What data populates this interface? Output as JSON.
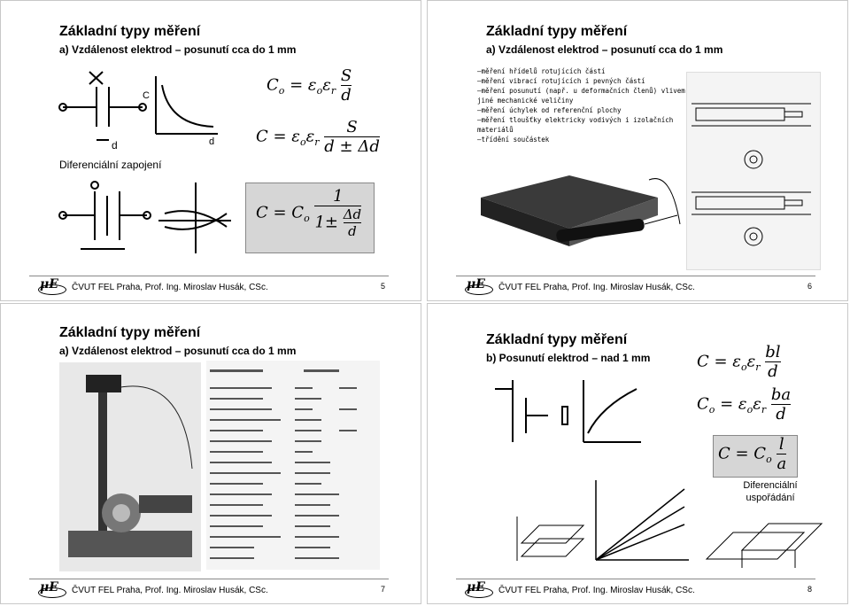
{
  "slides": [
    {
      "title": "Základní typy měření",
      "subtitle": "a) Vzdálenost elektrod – posunutí cca do 1 mm",
      "label": "Diferenciální zapojení",
      "credit": "ČVUT FEL Praha, Prof. Ing. Miroslav Husák, CSc.",
      "number": "5"
    },
    {
      "title": "Základní typy měření",
      "subtitle": "a) Vzdálenost elektrod – posunutí cca do 1 mm",
      "list": [
        "–měření hřídelů rotujících částí",
        "–měření vibrací rotujících i pevných částí",
        "–měření posunutí (např. u deformačních členů) vlivem",
        "jiné mechanické veličiny",
        "–měření úchylek od referenční plochy",
        "–měření tloušťky elektricky vodivých i izolačních",
        "materiálů",
        "–třídění součástek"
      ],
      "credit": "ČVUT FEL Praha, Prof. Ing. Miroslav Husák, CSc.",
      "number": "6"
    },
    {
      "title": "Základní typy měření",
      "subtitle": "a) Vzdálenost elektrod – posunutí cca do 1 mm",
      "credit": "ČVUT FEL Praha, Prof. Ing. Miroslav Husák, CSc.",
      "number": "7"
    },
    {
      "title": "Základní typy měření",
      "subtitle": "b) Posunutí elektrod – nad 1 mm",
      "label": "Diferenciální uspořádání",
      "credit": "ČVUT FEL Praha, Prof. Ing. Miroslav Husák, CSc.",
      "number": "8"
    }
  ]
}
